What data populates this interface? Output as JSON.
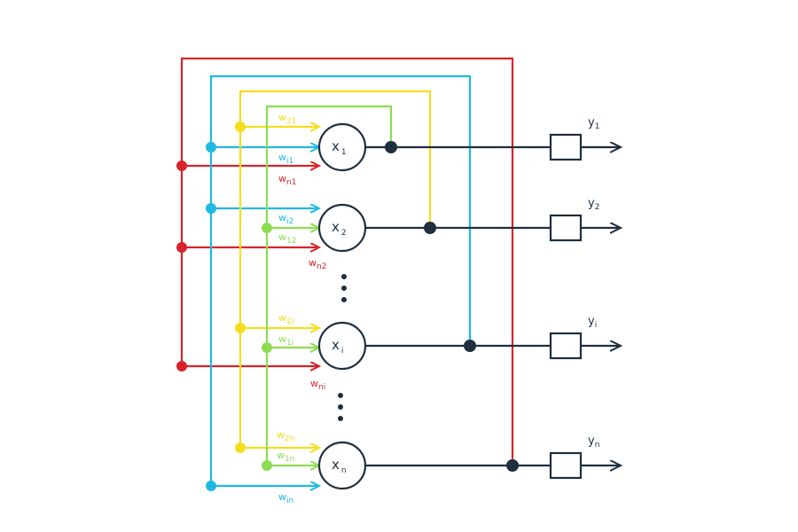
{
  "colors": {
    "red": "#d7232b",
    "blue": "#1fb8e4",
    "yellow": "#f5dd1e",
    "green": "#8ddc52",
    "dark": "#1e2f3f"
  },
  "nodes": [
    {
      "base": "x",
      "sub": "1"
    },
    {
      "base": "x",
      "sub": "2"
    },
    {
      "base": "x",
      "sub": "i"
    },
    {
      "base": "x",
      "sub": "n"
    }
  ],
  "outputs": [
    {
      "base": "y",
      "sub": "1"
    },
    {
      "base": "y",
      "sub": "2"
    },
    {
      "base": "y",
      "sub": "i"
    },
    {
      "base": "y",
      "sub": "n"
    }
  ],
  "weights": {
    "node1": [
      {
        "base": "w",
        "sub": "21",
        "color": "yellow"
      },
      {
        "base": "w",
        "sub": "i1",
        "color": "blue"
      },
      {
        "base": "w",
        "sub": "n1",
        "color": "red"
      }
    ],
    "node2": [
      {
        "base": "w",
        "sub": "i2",
        "color": "blue"
      },
      {
        "base": "w",
        "sub": "12",
        "color": "green"
      },
      {
        "base": "w",
        "sub": "n2",
        "color": "red"
      }
    ],
    "nodei": [
      {
        "base": "w",
        "sub": "2i",
        "color": "yellow"
      },
      {
        "base": "w",
        "sub": "1i",
        "color": "green"
      },
      {
        "base": "w",
        "sub": "ni",
        "color": "red"
      }
    ],
    "noden": [
      {
        "base": "w",
        "sub": "2n",
        "color": "yellow"
      },
      {
        "base": "w",
        "sub": "1n",
        "color": "green"
      },
      {
        "base": "w",
        "sub": "in",
        "color": "blue"
      }
    ]
  }
}
